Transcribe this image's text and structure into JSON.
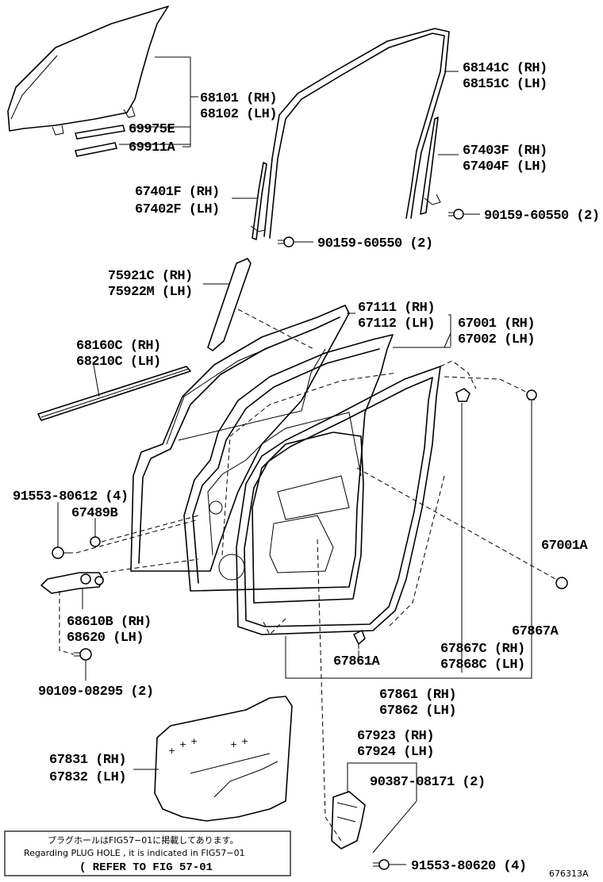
{
  "labels": {
    "glass_rh": "68101 (RH)",
    "glass_lh": "68102 (LH)",
    "clip_e": "69975E",
    "clip_a": "69911A",
    "run_c_rh": "68141C (RH)",
    "run_c_lh": "68151C (LH)",
    "channel_f_rh": "67403F (RH)",
    "channel_f_lh": "67404F (LH)",
    "bolt_right": "90159-60550 (2)",
    "channel_front_rh": "67401F (RH)",
    "channel_front_lh": "67402F (LH)",
    "bolt_center": "90159-60550 (2)",
    "garnish_rh": "75921C (RH)",
    "garnish_lh": "75922M (LH)",
    "door_outer_rh": "67111 (RH)",
    "door_outer_lh": "67112 (LH)",
    "door_assy_rh": "67001 (RH)",
    "door_assy_lh": "67002 (LH)",
    "weatherstrip_rh": "68160C (RH)",
    "weatherstrip_lh": "68210C (LH)",
    "bolt_left": "91553-80612 (4)",
    "part_67489b": "67489B",
    "part_67001a": "67001A",
    "check_rh": "68610B (RH)",
    "check_lh": "68620 (LH)",
    "part_67867a": "67867A",
    "clip_c_rh": "67867C (RH)",
    "clip_c_lh": "67868C (LH)",
    "part_67861a": "67861A",
    "bolt_check": "90109-08295 (2)",
    "seal_rh": "67861 (RH)",
    "seal_lh": "67862 (LH)",
    "cover_rh": "67923 (RH)",
    "cover_lh": "67924 (LH)",
    "hole_rh": "67831 (RH)",
    "hole_lh": "67832 (LH)",
    "screw_cover": "90387-08171 (2)",
    "screw_bottom": "91553-80620 (4)",
    "note_jp": "プラグホールはFIG57−01に掲載してあります。",
    "note_en": "Regarding  PLUG HOLE , it is indicated in FIG57−01",
    "note_ref": "( REFER  TO  FIG  57-01",
    "fig_id": "676313A"
  }
}
